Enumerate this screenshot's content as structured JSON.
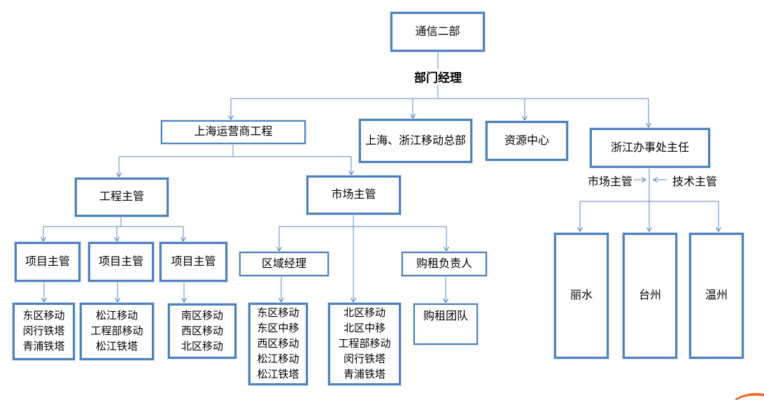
{
  "colors": {
    "box_border": "#4f81bd",
    "box_halo": "#cdddf0",
    "connector": "#5b8ac2",
    "text": "#000000",
    "swoosh_decoration": "#ed6b21"
  },
  "nodes": {
    "root": {
      "label": "通信二部"
    },
    "manager": {
      "label": "部门经理"
    },
    "shanghai_operator_engineering": {
      "label": "上海运营商工程"
    },
    "shanghai_zhejiang_mobile_hq": {
      "label": "上海、浙江移动总部"
    },
    "resource_center": {
      "label": "资源中心"
    },
    "zhejiang_office_director": {
      "label": "浙江办事处主任"
    },
    "engineering_supervisor": {
      "label": "工程主管"
    },
    "market_supervisor": {
      "label": "市场主管"
    },
    "project_supervisor_1": {
      "label": "项目主管"
    },
    "project_supervisor_2": {
      "label": "项目主管"
    },
    "project_supervisor_3": {
      "label": "项目主管"
    },
    "region_manager": {
      "label": "区域经理"
    },
    "purchase_lease_lead": {
      "label": "购租负责人"
    },
    "team_east": {
      "lines": [
        "东区移动",
        "闵行铁塔",
        "青浦铁塔"
      ]
    },
    "team_songjiang": {
      "lines": [
        "松江移动",
        "工程部移动",
        "松江铁塔"
      ]
    },
    "team_south_west_north": {
      "lines": [
        "南区移动",
        "西区移动",
        "北区移动"
      ]
    },
    "team_region_a": {
      "lines": [
        "东区移动",
        "东区中移",
        "西区移动",
        "松江移动",
        "松江铁塔"
      ]
    },
    "team_region_b": {
      "lines": [
        "北区移动",
        "北区中移",
        "工程部移动",
        "闵行铁塔",
        "青浦铁塔"
      ]
    },
    "purchase_team": {
      "label": "购租团队"
    },
    "market_supervisor_branch": {
      "label": "市场主管"
    },
    "technical_supervisor_branch": {
      "label": "技术主管"
    },
    "lishui": {
      "label": "丽水"
    },
    "taizhou": {
      "label": "台州"
    },
    "wenzhou": {
      "label": "温州"
    }
  },
  "hierarchy": [
    {
      "parent": "root",
      "via": "manager",
      "children": [
        "shanghai_operator_engineering",
        "shanghai_zhejiang_mobile_hq",
        "resource_center",
        "zhejiang_office_director"
      ]
    },
    {
      "parent": "shanghai_operator_engineering",
      "children": [
        "engineering_supervisor",
        "market_supervisor"
      ]
    },
    {
      "parent": "engineering_supervisor",
      "children": [
        "project_supervisor_1",
        "project_supervisor_2",
        "project_supervisor_3"
      ]
    },
    {
      "parent": "project_supervisor_1",
      "children": [
        "team_east"
      ]
    },
    {
      "parent": "project_supervisor_2",
      "children": [
        "team_songjiang"
      ]
    },
    {
      "parent": "project_supervisor_3",
      "children": [
        "team_south_west_north"
      ]
    },
    {
      "parent": "market_supervisor",
      "children": [
        "region_manager",
        "team_region_b",
        "purchase_lease_lead"
      ]
    },
    {
      "parent": "region_manager",
      "children": [
        "team_region_a"
      ]
    },
    {
      "parent": "purchase_lease_lead",
      "children": [
        "purchase_team"
      ]
    },
    {
      "parent": "zhejiang_office_director",
      "via": "market_supervisor_branch / technical_supervisor_branch",
      "children": [
        "lishui",
        "taizhou",
        "wenzhou"
      ]
    }
  ]
}
